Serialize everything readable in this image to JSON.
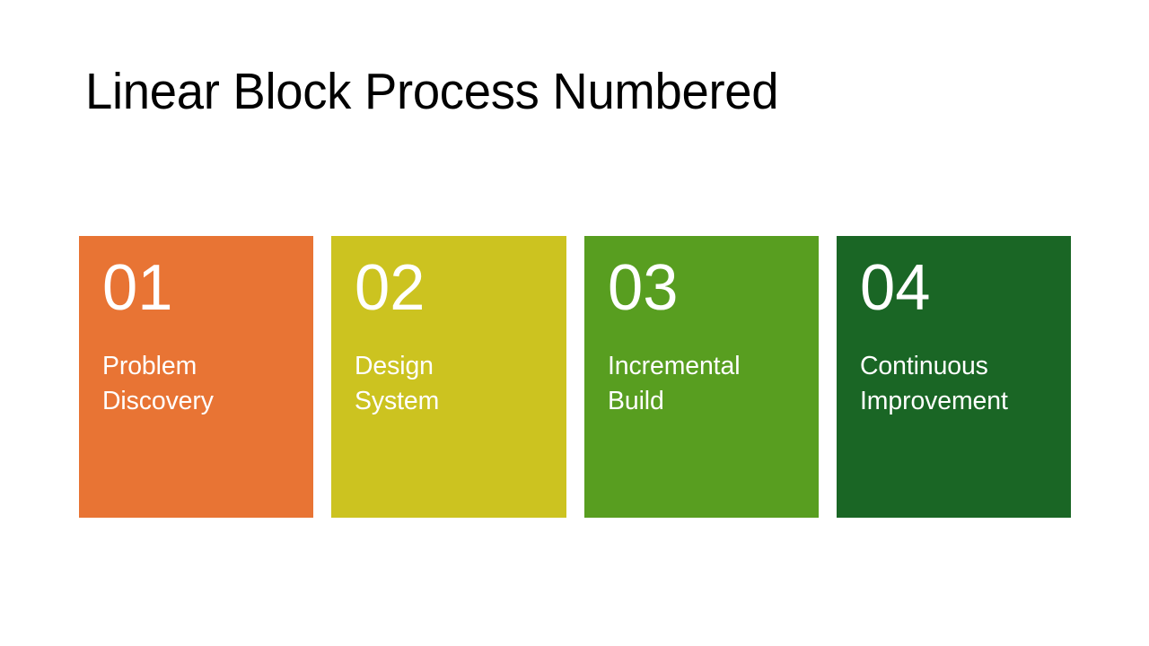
{
  "slide": {
    "title": "Linear Block Process Numbered",
    "background_color": "#FFFFFF",
    "title_color": "#000000"
  },
  "blocks": [
    {
      "number": "01",
      "label": "Problem\nDiscovery",
      "color": "#E87434",
      "text_color": "#FFFFFF"
    },
    {
      "number": "02",
      "label": "Design\nSystem",
      "color": "#CCC320",
      "text_color": "#FFFFFF"
    },
    {
      "number": "03",
      "label": "Incremental\nBuild",
      "color": "#589E20",
      "text_color": "#FFFFFF"
    },
    {
      "number": "04",
      "label": "Continuous\nImprovement",
      "color": "#1A6625",
      "text_color": "#FFFFFF"
    }
  ]
}
